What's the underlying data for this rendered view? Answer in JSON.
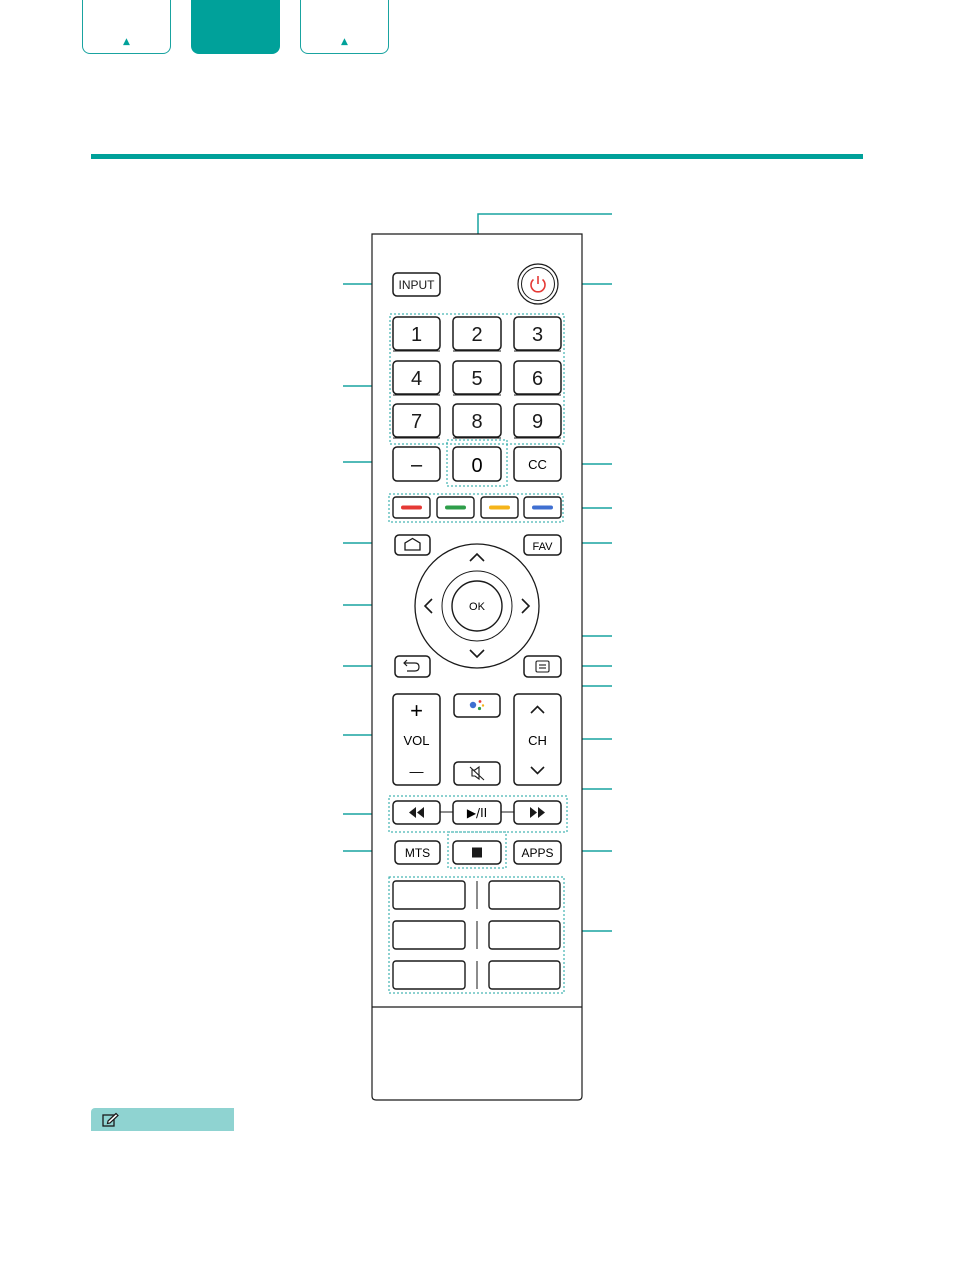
{
  "top_tabs": [
    {
      "name": "tab-left",
      "active": false,
      "arrow": "▲"
    },
    {
      "name": "tab-middle",
      "active": true,
      "arrow": ""
    },
    {
      "name": "tab-right",
      "active": false,
      "arrow": "▲"
    }
  ],
  "remote": {
    "input_label": "INPUT",
    "digits": [
      "1",
      "2",
      "3",
      "4",
      "5",
      "6",
      "7",
      "8",
      "9"
    ],
    "dash_label": "–",
    "zero_label": "0",
    "cc_label": "CC",
    "color_keys": [
      "#e53935",
      "#2e9e4a",
      "#f5b41a",
      "#3f6fd1"
    ],
    "fav_label": "FAV",
    "ok_label": "OK",
    "vol_label": "VOL",
    "vol_plus": "+",
    "vol_minus": "—",
    "ch_label": "CH",
    "mts_label": "MTS",
    "apps_label": "APPS",
    "play_pause_label": "▶/II",
    "power_color": "#e53935",
    "accent_color": "#00a19a"
  },
  "icons": {
    "power": "power-icon",
    "home": "home-icon",
    "back": "back-icon",
    "menu": "menu-icon",
    "assistant": "google-assistant-icon",
    "mute": "mute-icon",
    "rewind": "rewind-icon",
    "fast_forward": "fast-forward-icon",
    "stop": "stop-icon",
    "note": "note-edit-icon"
  }
}
